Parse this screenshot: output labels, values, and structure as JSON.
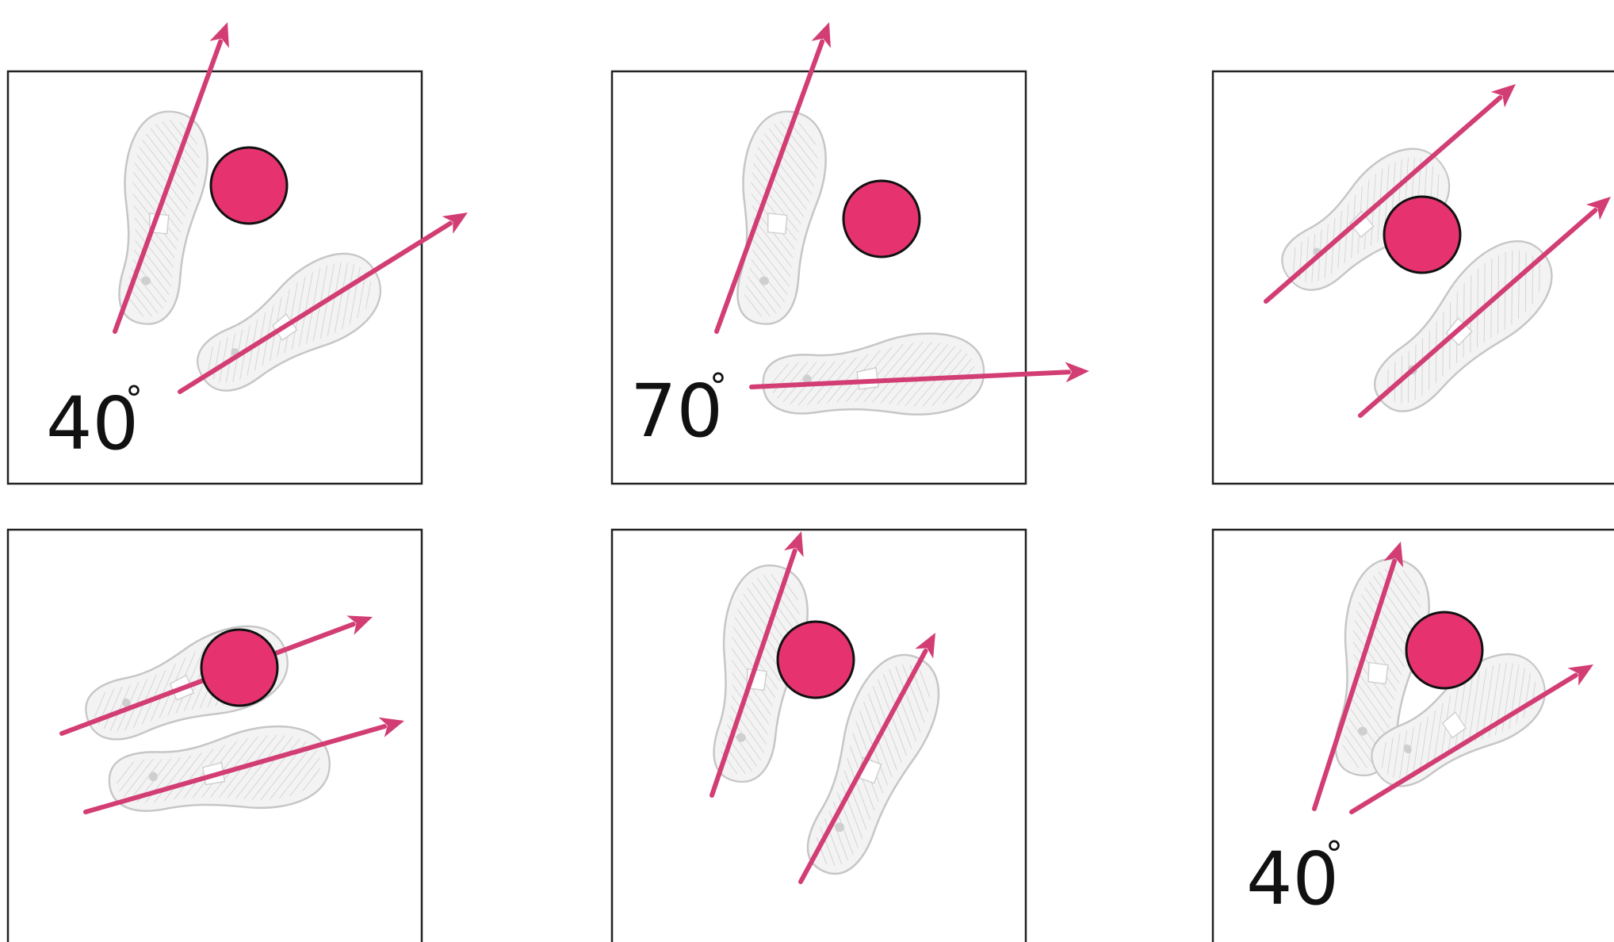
{
  "colors": {
    "arrow": "#d23d74",
    "ball": "#e6336f",
    "ball_outline": "#111111",
    "frame": "#222222",
    "shoe": "#c6c6c6"
  },
  "panels": [
    {
      "label": "40",
      "degree_symbol": "°"
    },
    {
      "label": "70",
      "degree_symbol": "°"
    },
    {
      "label": "",
      "degree_symbol": ""
    },
    {
      "label": "",
      "degree_symbol": ""
    },
    {
      "label": "",
      "degree_symbol": ""
    },
    {
      "label": "40",
      "degree_symbol": "°"
    }
  ]
}
